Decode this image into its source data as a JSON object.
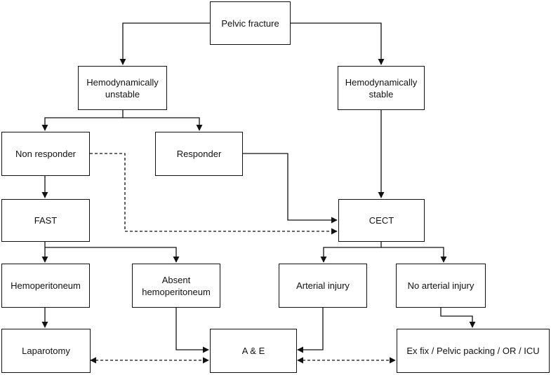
{
  "nodes": {
    "pelvic_fracture": "Pelvic fracture",
    "hemo_unstable": "Hemodynamically\nunstable",
    "hemo_stable": "Hemodynamically\nstable",
    "non_responder": "Non responder",
    "responder": "Responder",
    "fast": "FAST",
    "cect": "CECT",
    "hemoperitoneum": "Hemoperitoneum",
    "absent_hemoperitoneum": "Absent\nhemoperitoneum",
    "arterial_injury": "Arterial injury",
    "no_arterial_injury": "No arterial injury",
    "laparotomy": "Laparotomy",
    "a_and_e": "A & E",
    "ex_fix": "Ex fix / Pelvic packing / OR / ICU"
  }
}
